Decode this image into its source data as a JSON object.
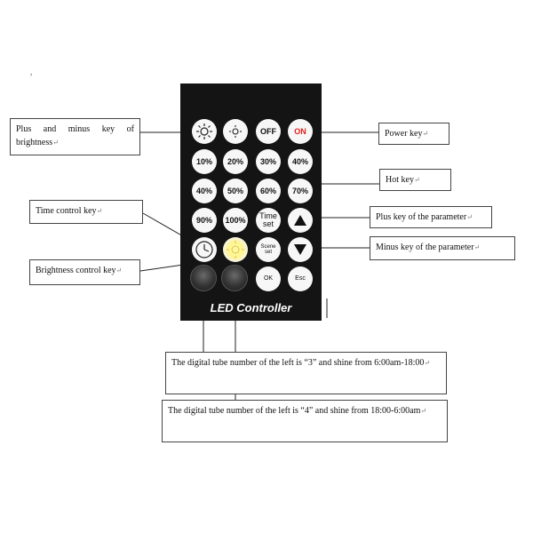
{
  "remote": {
    "title": "LED Controller",
    "keys": {
      "bright_up_icon": "sun-large-icon",
      "bright_down_icon": "sun-small-icon",
      "off": "OFF",
      "on": "ON",
      "r2": [
        "10%",
        "20%",
        "30%",
        "40%"
      ],
      "r3": [
        "40%",
        "50%",
        "60%",
        "70%"
      ],
      "r4a": "90%",
      "r4b": "100%",
      "time_set_1": "Time",
      "time_set_2": "set",
      "up_icon": "triangle-up-icon",
      "clock_icon": "clock-icon",
      "brightness_icon": "bright-sun-icon",
      "scene_set_1": "Scene",
      "scene_set_2": "set",
      "down_icon": "triangle-down-icon",
      "ok": "OK",
      "esc": "Esc"
    }
  },
  "callouts": {
    "brightness_pm": "Plus and minus key of brightness",
    "power": "Power key",
    "hot": "Hot key",
    "time_control": "Time control key",
    "plus_param": "Plus key of the parameter",
    "minus_param": "Minus key of the parameter",
    "brightness_control": "Brightness control key",
    "digital_left_3": "The digital tube number of the left is “3” and shine from 6:00am-18:00",
    "digital_left_4": "The digital tube number of the left is “4” and shine from 18:00-6:00am"
  },
  "colors": {
    "remote_body": "#141414",
    "on_text": "#e0201a",
    "key_face": "#f7f7f7"
  },
  "return_mark": "↵",
  "stray_mark": ","
}
